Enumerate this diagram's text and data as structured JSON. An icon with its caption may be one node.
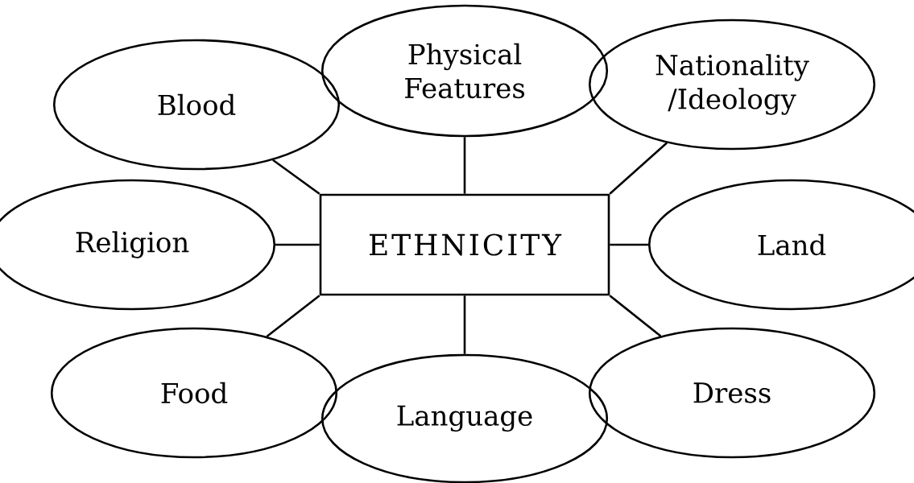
{
  "diagram": {
    "nodes": [
      {
        "text": [
          "Blood"
        ]
      },
      {
        "text": [
          "Physical Features"
        ]
      },
      {
        "text": [
          "Nationality/Ideology"
        ]
      },
      {
        "text": [
          "Religion"
        ]
      },
      {
        "text": [
          "ETHNICITY"
        ]
      },
      {
        "text": [
          "Land"
        ]
      },
      {
        "text": [
          "Food"
        ]
      },
      {
        "text": [
          "Language"
        ]
      },
      {
        "text": [
          "Dress"
        ]
      }
    ],
    "edges": [
      {
        "from": 4,
        "to": 0,
        "arrow": "none"
      },
      {
        "from": 4,
        "to": 1,
        "arrow": "none"
      },
      {
        "from": 4,
        "to": 2,
        "arrow": "none"
      },
      {
        "from": 4,
        "to": 3,
        "arrow": "none"
      },
      {
        "from": 4,
        "to": 5,
        "arrow": "none"
      },
      {
        "from": 4,
        "to": 6,
        "arrow": "none"
      },
      {
        "from": 4,
        "to": 7,
        "arrow": "none"
      },
      {
        "from": 4,
        "to": 8,
        "arrow": "none"
      }
    ]
  }
}
